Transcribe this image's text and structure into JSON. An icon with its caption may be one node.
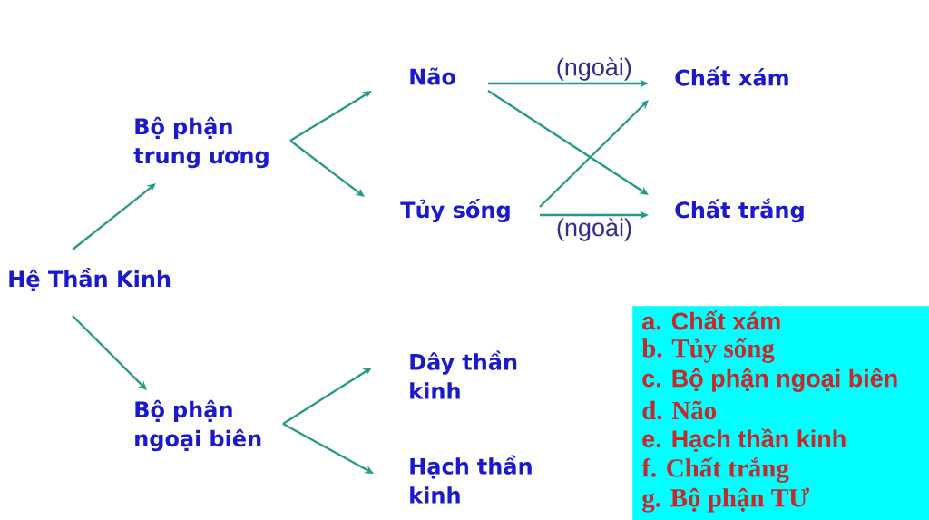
{
  "diagram": {
    "nodes": [
      {
        "text": [
          "Hệ Thần Kinh"
        ]
      },
      {
        "text": [
          "Bộ phận trung ương"
        ]
      },
      {
        "text": [
          "Bộ phận ngoại biên"
        ]
      },
      {
        "text": [
          "Não"
        ]
      },
      {
        "text": [
          "Tủy sống"
        ]
      },
      {
        "text": [
          "Dây thần kinh"
        ]
      },
      {
        "text": [
          "Hạch thần kinh"
        ]
      },
      {
        "text": [
          "Chất xám"
        ]
      },
      {
        "text": [
          "Chất trắng"
        ]
      },
      {
        "text": [
          "a. Chất xám",
          "b. Tủy sống",
          "c. Bộ phận ngoại biên",
          "d. Não",
          "e. Hạch thần kinh",
          "f. Chất trắng",
          "g. Bộ phận TƯ"
        ]
      }
    ],
    "edges": [
      {
        "from": 0,
        "to": 1,
        "arrow": "to"
      },
      {
        "from": 0,
        "to": 2,
        "arrow": "to"
      },
      {
        "from": 1,
        "to": 3,
        "arrow": "to"
      },
      {
        "from": 1,
        "to": 4,
        "arrow": "to"
      },
      {
        "from": 2,
        "to": 5,
        "arrow": "to"
      },
      {
        "from": 2,
        "to": 6,
        "arrow": "to"
      },
      {
        "from": 3,
        "to": 7,
        "arrow": "to",
        "label": "(ngoài)"
      },
      {
        "from": 3,
        "to": 8,
        "arrow": "to"
      },
      {
        "from": 4,
        "to": 7,
        "arrow": "to"
      },
      {
        "from": 4,
        "to": 8,
        "arrow": "to",
        "label": "(ngoài)"
      }
    ]
  }
}
